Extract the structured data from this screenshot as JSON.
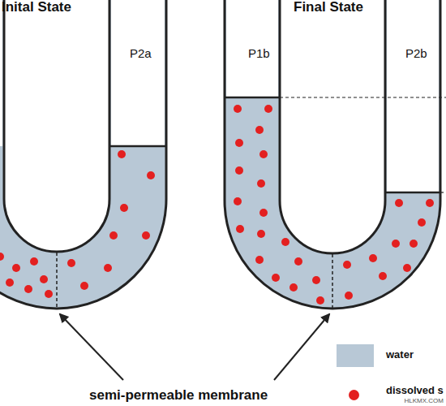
{
  "diagram": {
    "labels": [
      "Inital State",
      "P2a",
      "Final State",
      "P1b",
      "P2b",
      "semi-permeable membrane",
      "HLKMX.COM"
    ],
    "legend": [
      {
        "text": "water",
        "color": "#b8c8d6"
      },
      {
        "text": "dissolved s",
        "color": "#e32020"
      }
    ]
  }
}
